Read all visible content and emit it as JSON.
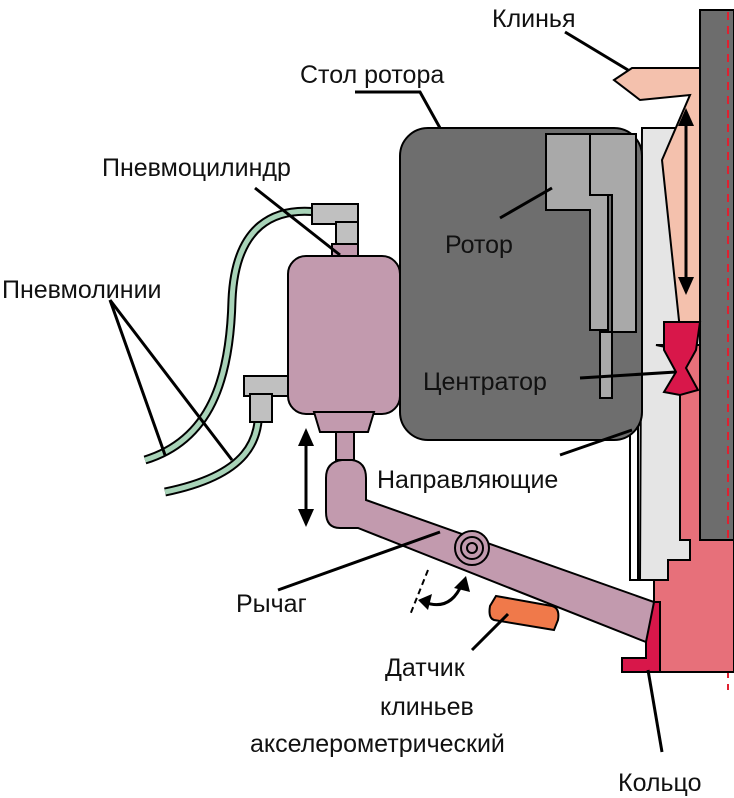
{
  "labels": {
    "wedges": "Клинья",
    "rotary_table": "Стол ротора",
    "pneumatic_cylinder": "Пневмоцилиндр",
    "pneumatic_lines": "Пневмолинии",
    "rotor": "Ротор",
    "centralizer": "Центратор",
    "guides": "Направляющие",
    "lever": "Рычаг",
    "sensor_line1": "Датчик",
    "sensor_line2": "клиньев",
    "sensor_line3": "акселерометрический",
    "ring": "Кольцо"
  },
  "colors": {
    "pipe": "#6d6d6d",
    "rotary_table": "#6e6e6e",
    "rotor": "#a9a9a9",
    "wedge": "#f4c1ad",
    "bowl": "#e5e5e5",
    "ring": "#e7707a",
    "centralizer": "#d8174a",
    "cylinder": "#c29aae",
    "hose": "#a8d3b8",
    "sensor": "#f0794a"
  }
}
